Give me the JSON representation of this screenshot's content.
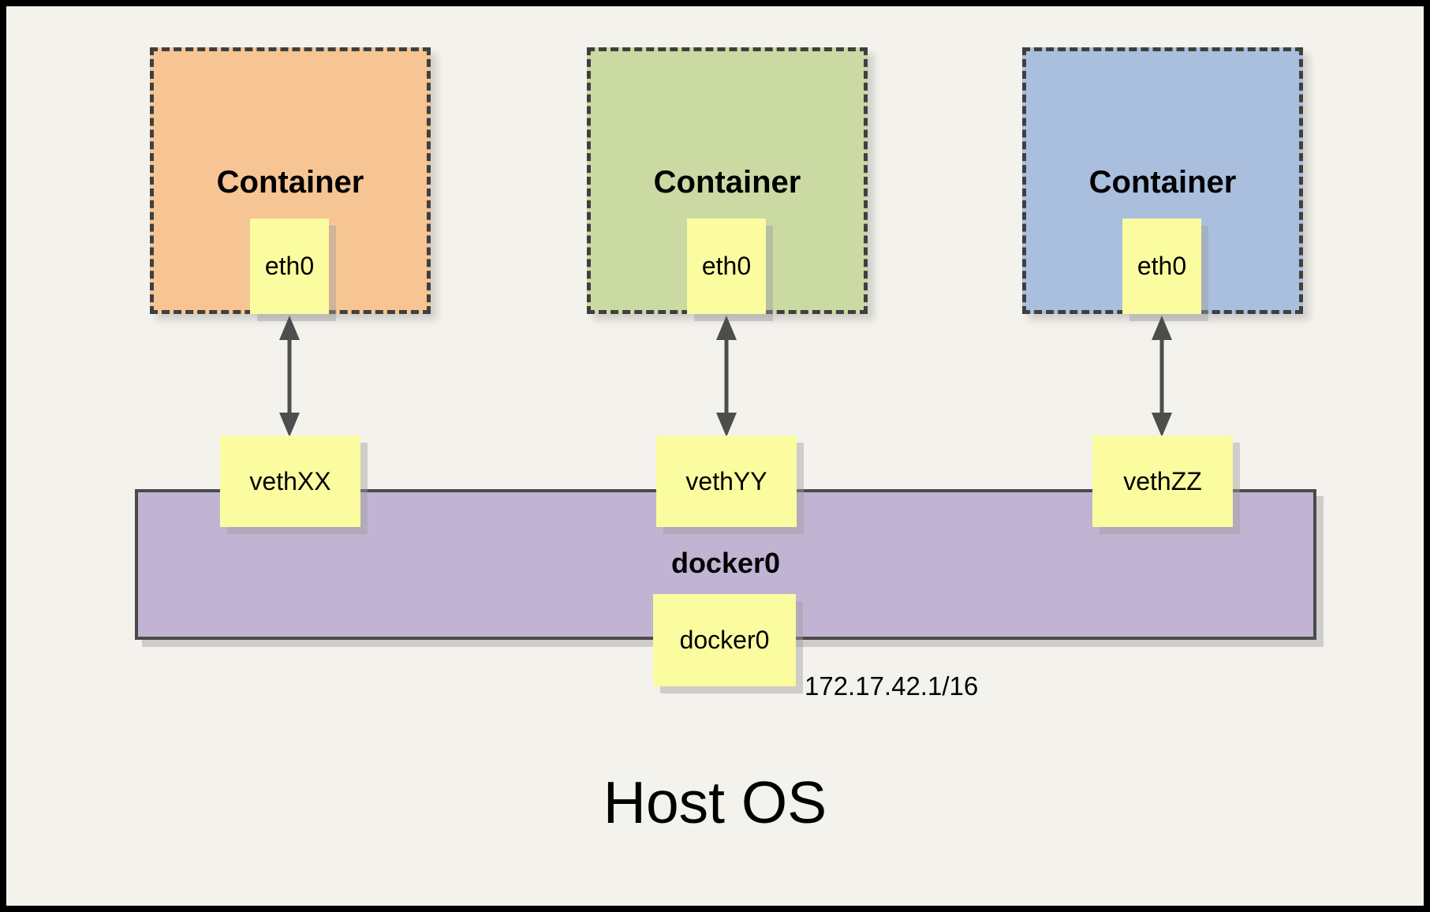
{
  "host": {
    "label": "Host OS"
  },
  "bridge": {
    "name": "docker0",
    "interface_label": "docker0",
    "ip": "172.17.42.1/16",
    "fill": "#C1B3D2"
  },
  "containers": [
    {
      "label": "Container",
      "interface": "eth0",
      "veth": "vethXX",
      "fill": "#F6C593"
    },
    {
      "label": "Container",
      "interface": "eth0",
      "veth": "vethYY",
      "fill": "#CBD9A3"
    },
    {
      "label": "Container",
      "interface": "eth0",
      "veth": "vethZZ",
      "fill": "#A9BFDD"
    }
  ],
  "colors": {
    "page_background": "#F4F2EC",
    "note_yellow": "#FBFBA0",
    "dashed_border": "#3F3F3F",
    "arrow": "#4D4D4D",
    "frame": "#000000"
  }
}
